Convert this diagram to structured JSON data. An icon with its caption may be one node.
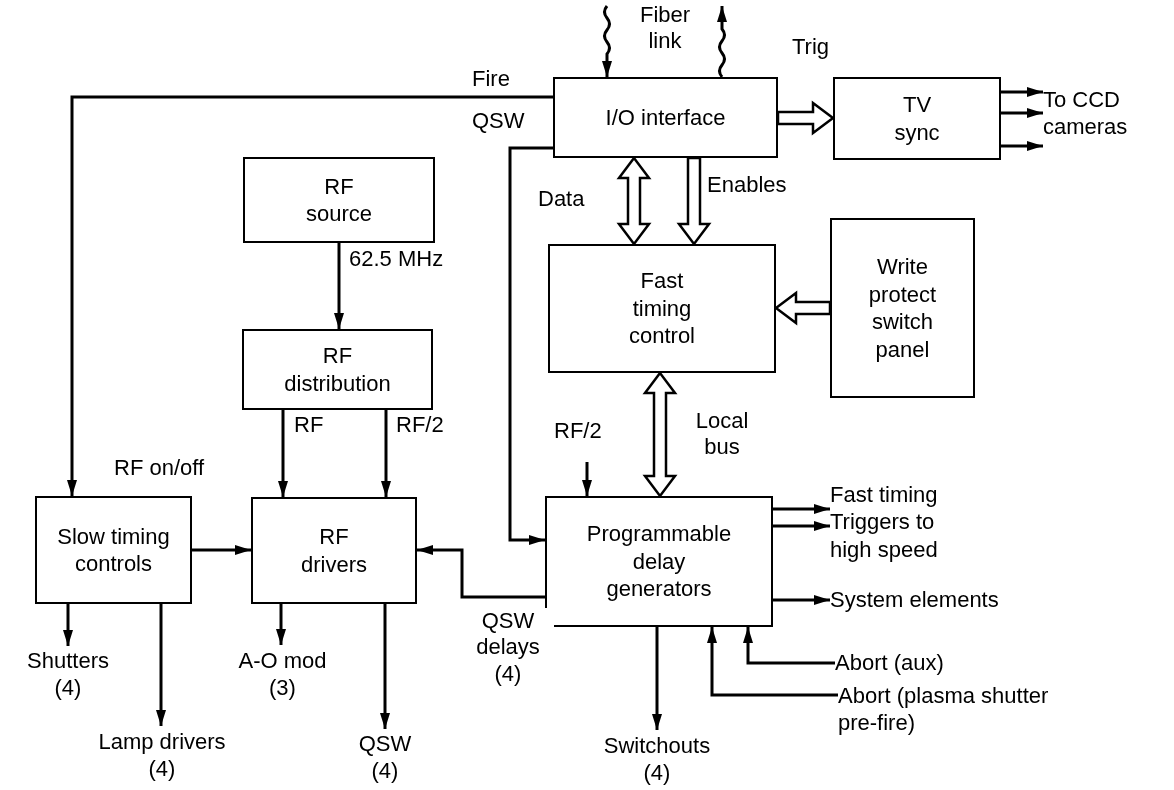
{
  "diagram": {
    "nodes": [
      {
        "text": [
          "I/O interface"
        ],
        "beside": [
          "Fiber link"
        ]
      },
      {
        "text": [
          "TV sync"
        ]
      },
      {
        "text": [
          "RF source"
        ]
      },
      {
        "text": [
          "RF distribution"
        ]
      },
      {
        "text": [
          "Fast timing control"
        ]
      },
      {
        "text": [
          "Write protect switch panel"
        ]
      },
      {
        "text": [
          "Slow timing controls"
        ]
      },
      {
        "text": [
          "RF drivers"
        ]
      },
      {
        "text": [
          "Programmable delay generators"
        ]
      },
      {
        "text": [
          "To CCD cameras"
        ]
      },
      {
        "text": [
          "Shutters (4)"
        ]
      },
      {
        "text": [
          "Lamp drivers (4)"
        ]
      },
      {
        "text": [
          "A-O mod (3)"
        ]
      },
      {
        "text": [
          "QSW (4)"
        ]
      },
      {
        "text": [
          "Switchouts (4)"
        ]
      },
      {
        "text": [
          "Fast timing Triggers to high speed"
        ]
      },
      {
        "text": [
          "System elements"
        ]
      },
      {
        "text": [
          "Abort (aux)"
        ]
      },
      {
        "text": [
          "Abort (plasma shutter pre-fire)"
        ]
      }
    ],
    "edges": [
      {
        "from": null,
        "to": 0,
        "arrow": "to"
      },
      {
        "from": 0,
        "to": null,
        "arrow": "to"
      },
      {
        "from": 0,
        "to": 1,
        "arrow": "to",
        "label": "Trig",
        "style": "thick"
      },
      {
        "from": 1,
        "to": 9,
        "arrow": "to"
      },
      {
        "from": 1,
        "to": 9,
        "arrow": "to"
      },
      {
        "from": 1,
        "to": 9,
        "arrow": "to"
      },
      {
        "from": 0,
        "to": 6,
        "arrow": "to",
        "label": "Fire"
      },
      {
        "from": 0,
        "to": 8,
        "arrow": "to",
        "label": "QSW"
      },
      {
        "from": 0,
        "to": 4,
        "arrow": "both",
        "label": "Data",
        "style": "thick"
      },
      {
        "from": 0,
        "to": 4,
        "arrow": "to",
        "label": "Enables",
        "style": "thick"
      },
      {
        "from": 2,
        "to": 3,
        "arrow": "to",
        "label": "62.5 MHz"
      },
      {
        "from": 5,
        "to": 4,
        "arrow": "to",
        "style": "thick"
      },
      {
        "from": 4,
        "to": 8,
        "arrow": "both",
        "label": "Local bus",
        "style": "thick"
      },
      {
        "from": 3,
        "to": 7,
        "arrow": "to",
        "label": "RF"
      },
      {
        "from": 3,
        "to": 7,
        "arrow": "to",
        "label": "RF/2"
      },
      {
        "from": 6,
        "to": 7,
        "arrow": "to",
        "label": "RF on/off"
      },
      {
        "from": null,
        "to": 8,
        "arrow": "to",
        "label": "RF/2"
      },
      {
        "from": 8,
        "to": 7,
        "arrow": "to",
        "label": "QSW delays (4)"
      },
      {
        "from": 6,
        "to": 10,
        "arrow": "to"
      },
      {
        "from": 6,
        "to": 11,
        "arrow": "to"
      },
      {
        "from": 7,
        "to": 12,
        "arrow": "to"
      },
      {
        "from": 7,
        "to": 13,
        "arrow": "to"
      },
      {
        "from": 8,
        "to": 14,
        "arrow": "to"
      },
      {
        "from": 8,
        "to": 15,
        "arrow": "to"
      },
      {
        "from": 8,
        "to": 15,
        "arrow": "to"
      },
      {
        "from": 8,
        "to": 16,
        "arrow": "to"
      },
      {
        "from": 17,
        "to": 8,
        "arrow": "to"
      },
      {
        "from": 18,
        "to": 8,
        "arrow": "to"
      }
    ]
  }
}
